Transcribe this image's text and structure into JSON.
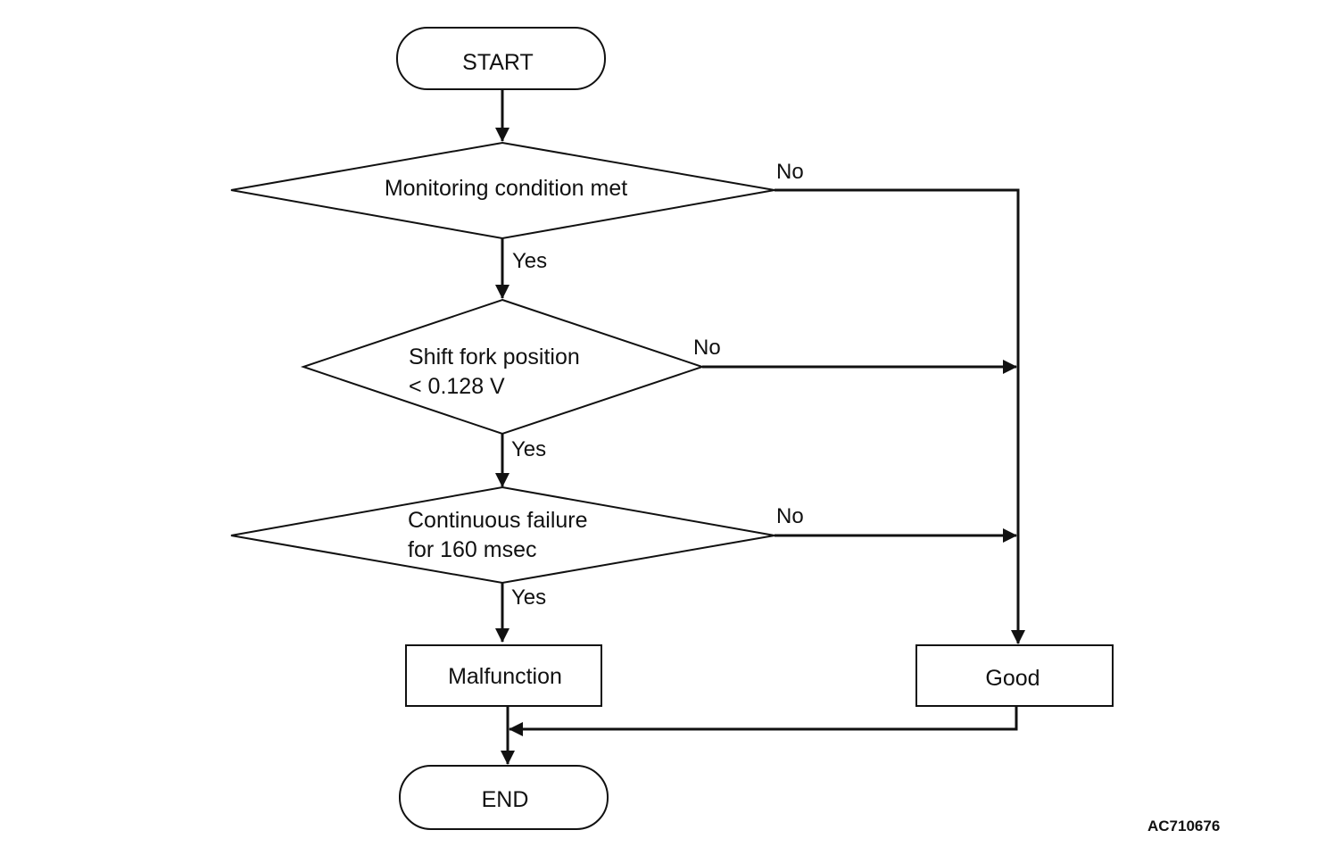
{
  "nodes": {
    "start": "START",
    "monitoring": "Monitoring condition met",
    "shift_fork_line1": "Shift fork position",
    "shift_fork_line2": "< 0.128 V",
    "continuous_line1": "Continuous failure",
    "continuous_line2": "for 160 msec",
    "malfunction": "Malfunction",
    "good": "Good",
    "end": "END"
  },
  "edges": {
    "yes": "Yes",
    "no": "No"
  },
  "figure_code": "AC710676",
  "colors": {
    "line": "#111111",
    "background": "#ffffff"
  }
}
